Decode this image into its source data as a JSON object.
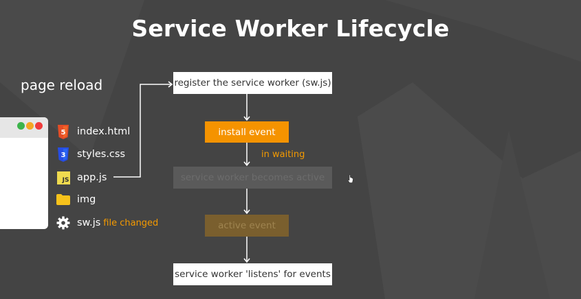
{
  "title": "Service Worker Lifecycle",
  "page_reload_label": "page reload",
  "files": [
    {
      "name": "index.html",
      "icon": "html5-icon"
    },
    {
      "name": "styles.css",
      "icon": "css3-icon"
    },
    {
      "name": "app.js",
      "icon": "js-icon",
      "icon_text": "JS"
    },
    {
      "name": "img",
      "icon": "folder-icon"
    },
    {
      "name": "sw.js",
      "icon": "gear-icon",
      "note": "file changed"
    }
  ],
  "steps": {
    "register": "register the service worker (sw.js)",
    "install": "install event",
    "in_waiting": "in waiting",
    "becomes_active": "service worker becomes active",
    "active_event": "active event",
    "listens": "service worker 'listens' for events"
  },
  "colors": {
    "background": "#444444",
    "accent_orange": "#f59300",
    "box_white": "#ffffff",
    "dot_red": "#ef3b3b",
    "dot_yellow": "#f5a623",
    "dot_green": "#3cb44b"
  }
}
